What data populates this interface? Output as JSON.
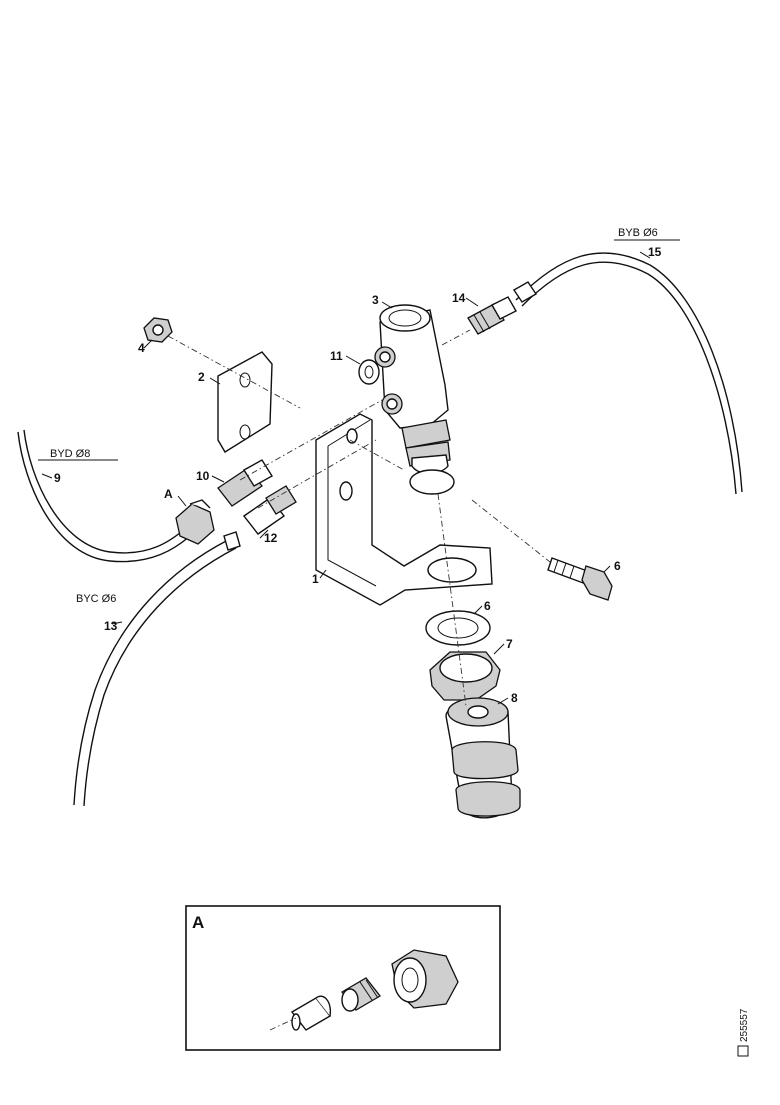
{
  "labels": {
    "p1": "1",
    "p2": "2",
    "p3": "3",
    "p4": "4",
    "p6": "6",
    "p7": "7",
    "p8": "8",
    "p9": "9",
    "p10": "10",
    "p11": "11",
    "p12": "12",
    "p13": "13",
    "p14": "14",
    "p15": "15",
    "p6b": "6",
    "pA": "A"
  },
  "pipes": {
    "byb": "BYB Ø6",
    "byd": "BYD Ø8",
    "byc": "BYC Ø6"
  },
  "detail": {
    "title": "A"
  },
  "reference": "255557"
}
